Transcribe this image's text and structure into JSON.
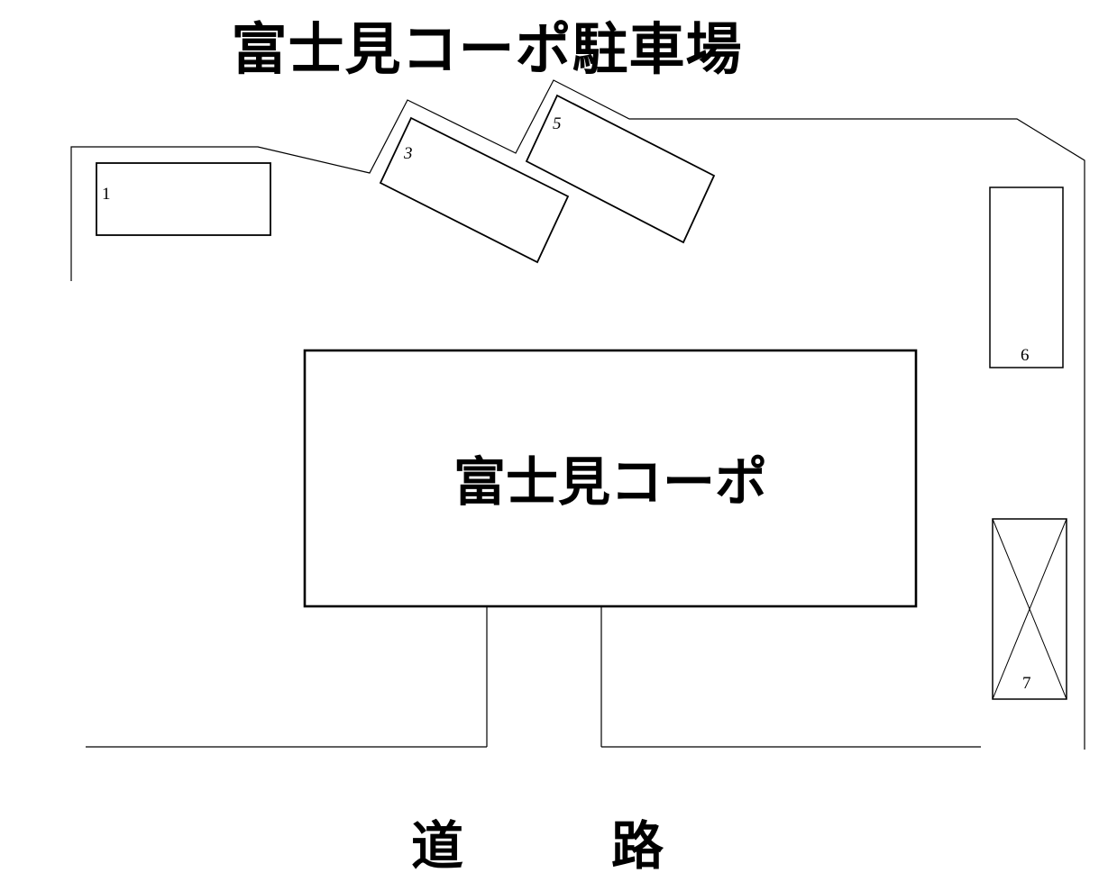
{
  "title": "富士見コーポ駐車場",
  "building": {
    "label": "富士見コーポ"
  },
  "road": {
    "label_part1": "道",
    "label_part2": "路"
  },
  "spaces": [
    {
      "number": "1",
      "status": "available"
    },
    {
      "number": "3",
      "status": "available"
    },
    {
      "number": "5",
      "status": "available"
    },
    {
      "number": "6",
      "status": "available"
    },
    {
      "number": "7",
      "status": "unavailable"
    }
  ]
}
